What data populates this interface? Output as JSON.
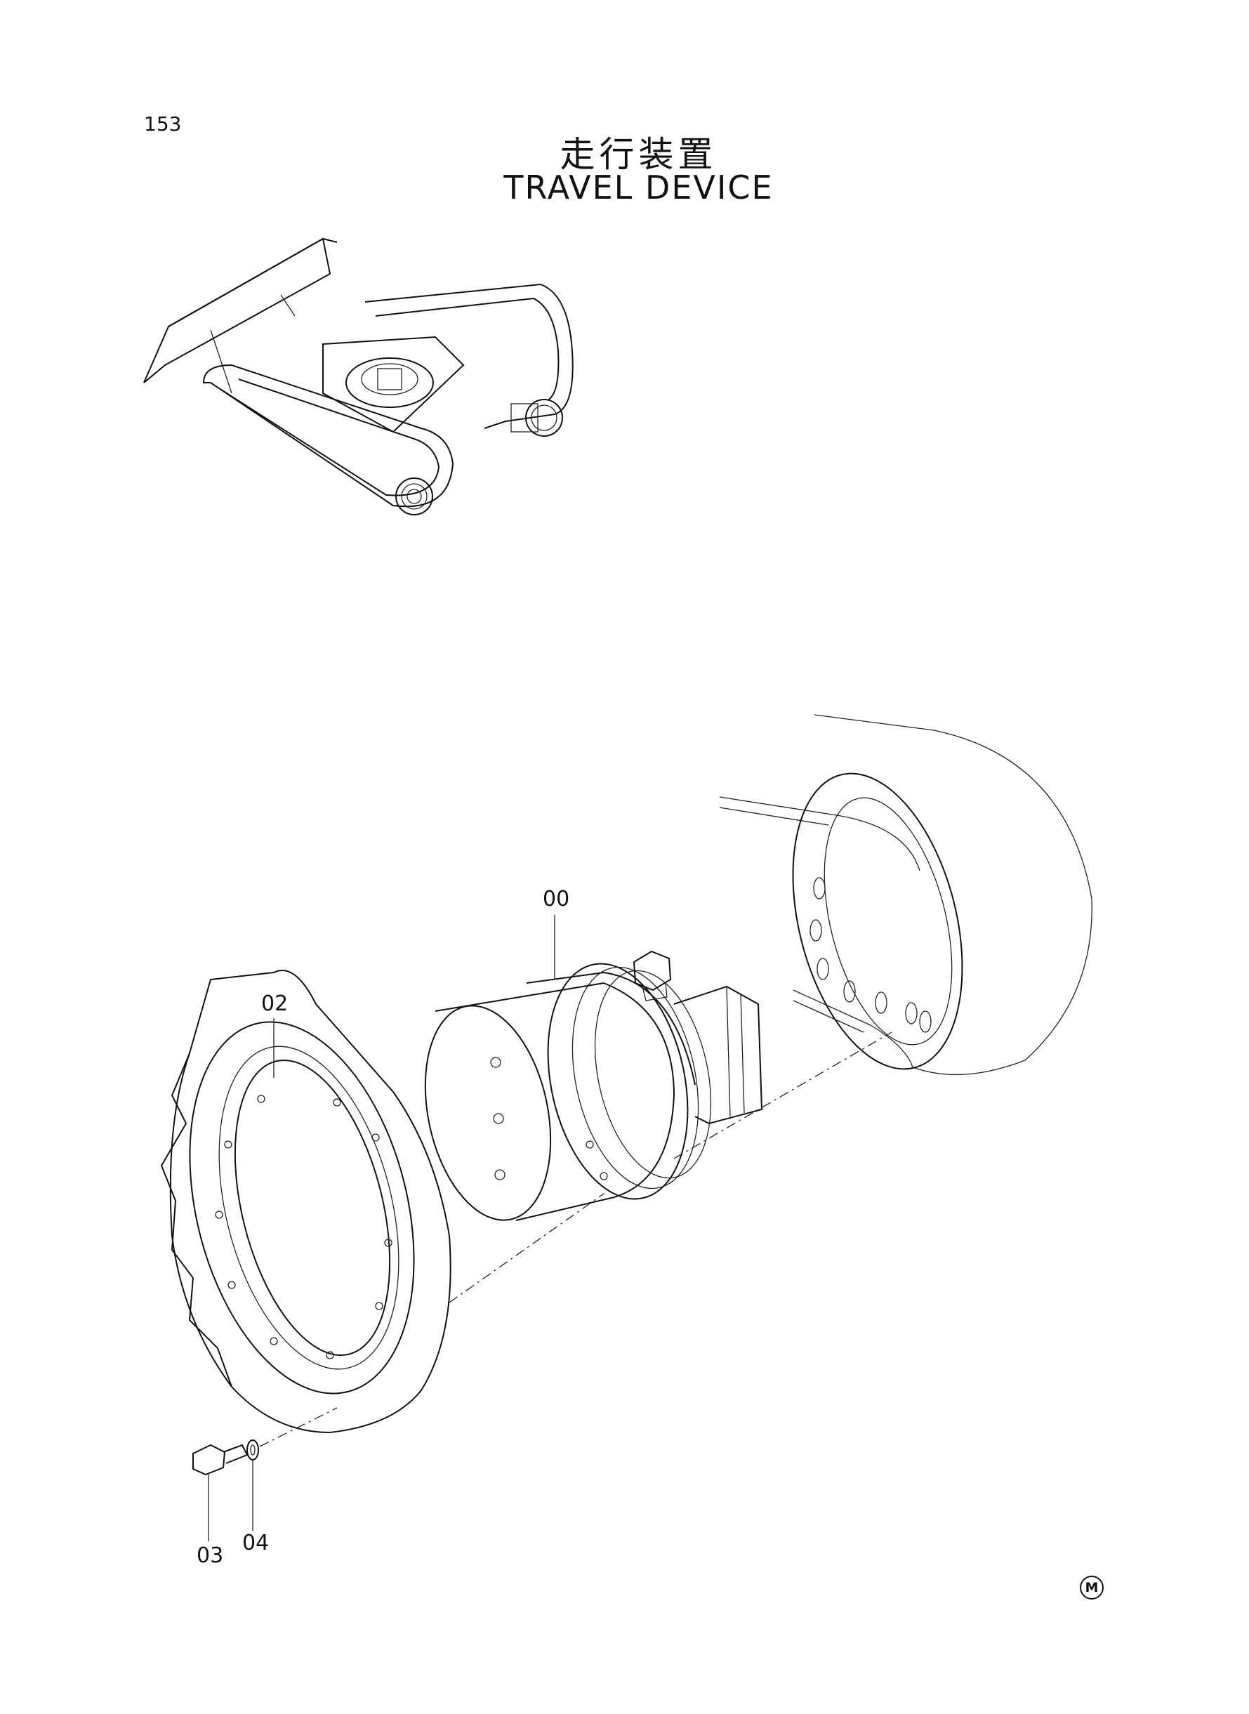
{
  "page": {
    "number": "153",
    "title_jp": "走行装置",
    "title_en": "TRAVEL DEVICE"
  },
  "callouts": [
    {
      "id": "00"
    },
    {
      "id": "02"
    },
    {
      "id": "03"
    },
    {
      "id": "04"
    }
  ],
  "corner_mark": "M"
}
